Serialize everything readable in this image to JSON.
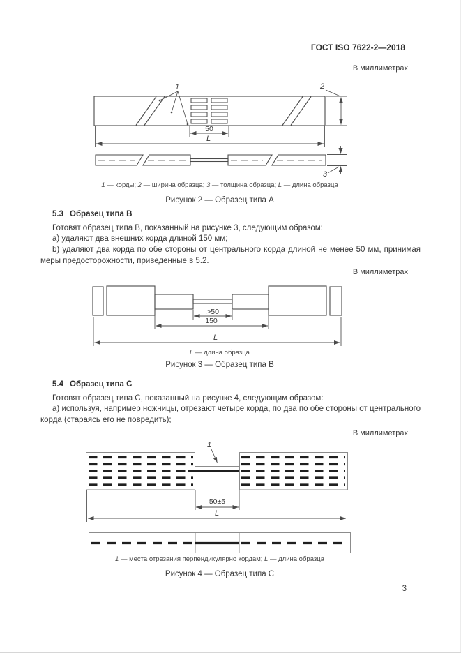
{
  "page": {
    "header": "ГОСТ ISO 7622-2—2018",
    "units_note": "В миллиметрах",
    "page_number": "3"
  },
  "figure2": {
    "labels": {
      "cords": "1",
      "width": "2",
      "thickness": "3"
    },
    "dims": {
      "window": "50",
      "length": "L"
    },
    "caption_segments": [
      {
        "t": "1",
        "i": true
      },
      {
        "t": " — корды; "
      },
      {
        "t": "2",
        "i": true
      },
      {
        "t": " — ширина образца; "
      },
      {
        "t": "3",
        "i": true
      },
      {
        "t": " — толщина образца; "
      },
      {
        "t": "L",
        "i": true
      },
      {
        "t": " — длина образца"
      }
    ],
    "title": "Рисунок 2 — Образец типа А"
  },
  "section53": {
    "heading_number": "5.3",
    "heading_title": "Образец типа В",
    "intro": "Готовят образец типа В, показанный на рисунке 3, следующим образом:",
    "item_a": "а) удаляют два внешних корда длиной 150 мм;",
    "item_b": "b) удаляют два корда по обе стороны от центрального корда длиной не менее 50 мм, принимая меры предосторожности, приведенные в 5.2."
  },
  "figure3": {
    "dims": {
      "center": ">50",
      "middle": "150",
      "length": "L"
    },
    "caption_segments": [
      {
        "t": "L",
        "i": true
      },
      {
        "t": " — длина образца"
      }
    ],
    "title": "Рисунок 3 — Образец типа В"
  },
  "section54": {
    "heading_number": "5.4",
    "heading_title": "Образец типа С",
    "intro": "Готовят образец типа С, показанный на рисунке 4, следующим образом:",
    "item_a": "а) используя, например ножницы, отрезают четыре корда, по два по обе стороны от центрального корда (стараясь его не повредить);"
  },
  "figure4": {
    "labels": {
      "cut": "1"
    },
    "dims": {
      "window": "50±5",
      "length": "L"
    },
    "caption_segments": [
      {
        "t": "1",
        "i": true
      },
      {
        "t": " — места отрезания перпендикулярно кордам; "
      },
      {
        "t": "L",
        "i": true
      },
      {
        "t": " — длина образца"
      }
    ],
    "title": "Рисунок 4 — Образец типа С"
  }
}
